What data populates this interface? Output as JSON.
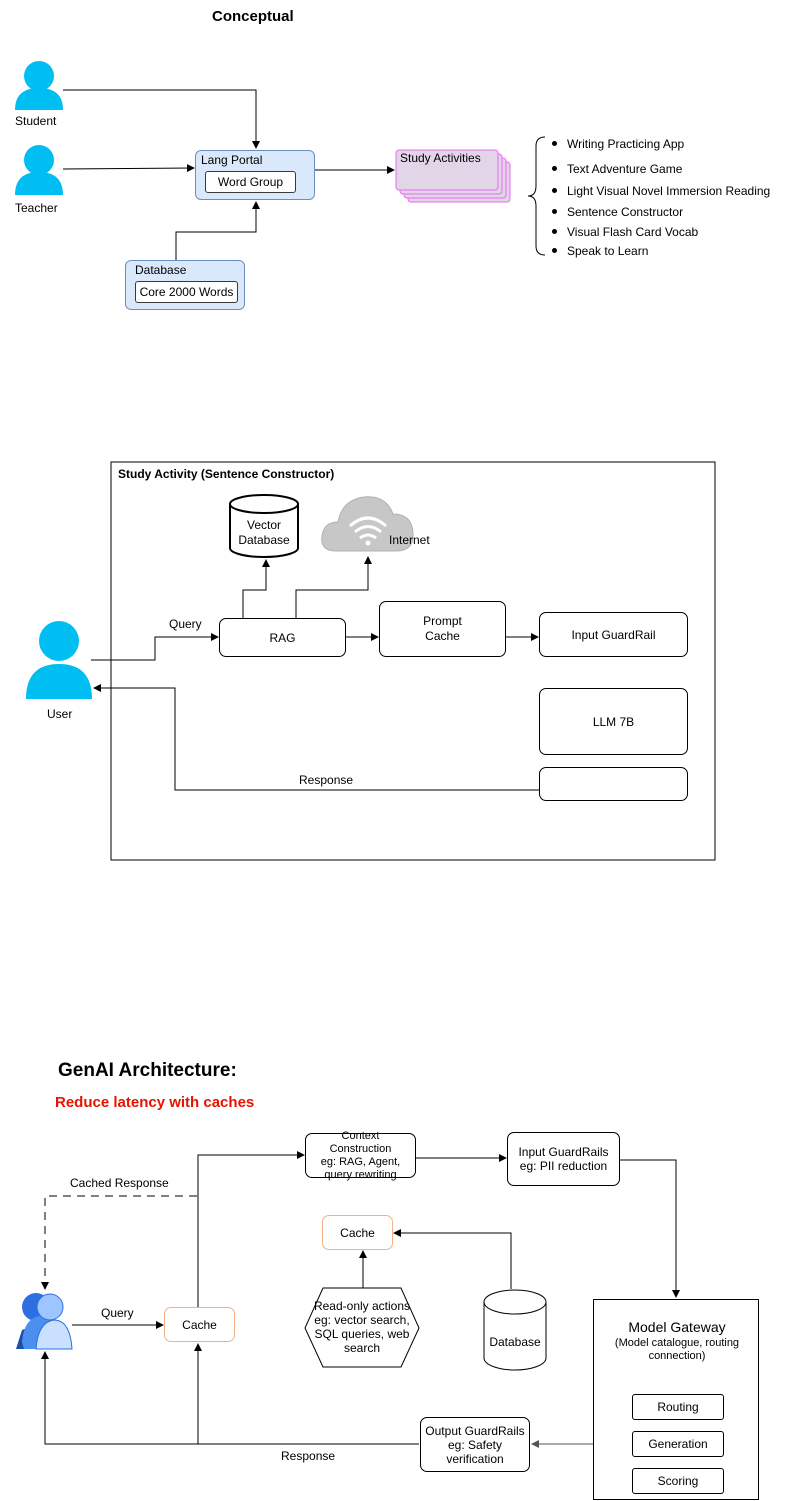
{
  "conceptual": {
    "title": "Conceptual",
    "student": "Student",
    "teacher": "Teacher",
    "lang_portal": "Lang Portal",
    "word_group": "Word Group",
    "database": "Database",
    "core_words": "Core 2000 Words",
    "study_activities": "Study Activities",
    "activities": [
      "Writing Practicing App",
      "Text Adventure Game",
      "Light Visual Novel Immersion Reading",
      "Sentence Constructor",
      "Visual Flash Card Vocab",
      "Speak to Learn"
    ]
  },
  "study_activity": {
    "title": "Study Activity (Sentence Constructor)",
    "vector_db_line1": "Vector",
    "vector_db_line2": "Database",
    "internet": "Internet",
    "query": "Query",
    "rag": "RAG",
    "prompt_cache_line1": "Prompt",
    "prompt_cache_line2": "Cache",
    "input_guardrail": "Input GuardRail",
    "user": "User",
    "llm": "LLM 7B",
    "response": "Response"
  },
  "genai": {
    "title": "GenAI Architecture:",
    "subtitle": "Reduce latency with caches",
    "subtitle_color": "#e51400",
    "context_line1": "Context",
    "context_line2": "Construction",
    "context_line3": "eg: RAG, Agent,",
    "context_line4": "query rewriting",
    "input_gr_line1": "Input GuardRails",
    "input_gr_line2": "eg: PII reduction",
    "cached_response": "Cached Response",
    "cache_top": "Cache",
    "query": "Query",
    "cache_left": "Cache",
    "readonly_line1": "Read-only actions",
    "readonly_line2": "eg: vector search,",
    "readonly_line3": "SQL queries, web",
    "readonly_line4": "search",
    "database": "Database",
    "model_gateway": "Model Gateway",
    "model_gateway_sub1": "(Model catalogue, routing",
    "model_gateway_sub2": "connection)",
    "routing": "Routing",
    "generation": "Generation",
    "scoring": "Scoring",
    "output_gr_line1": "Output GuardRails",
    "output_gr_line2": "eg: Safety",
    "output_gr_line3": "verification",
    "response": "Response"
  },
  "icons": [
    "person-icon",
    "cloud-icon",
    "database-cylinder-icon",
    "user-group-icon"
  ]
}
